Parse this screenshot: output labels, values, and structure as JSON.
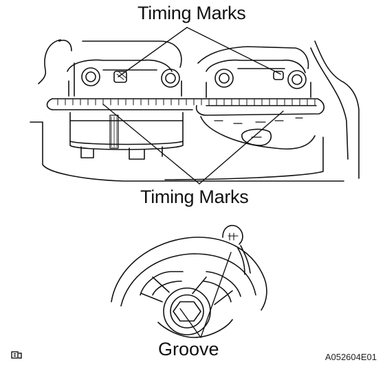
{
  "labels": {
    "timing_marks_top": "Timing Marks",
    "timing_marks_bottom": "Timing Marks",
    "groove": "Groove",
    "figure_code": "A052604E01"
  },
  "icons": {
    "corner_symbol": "manual-icon"
  }
}
